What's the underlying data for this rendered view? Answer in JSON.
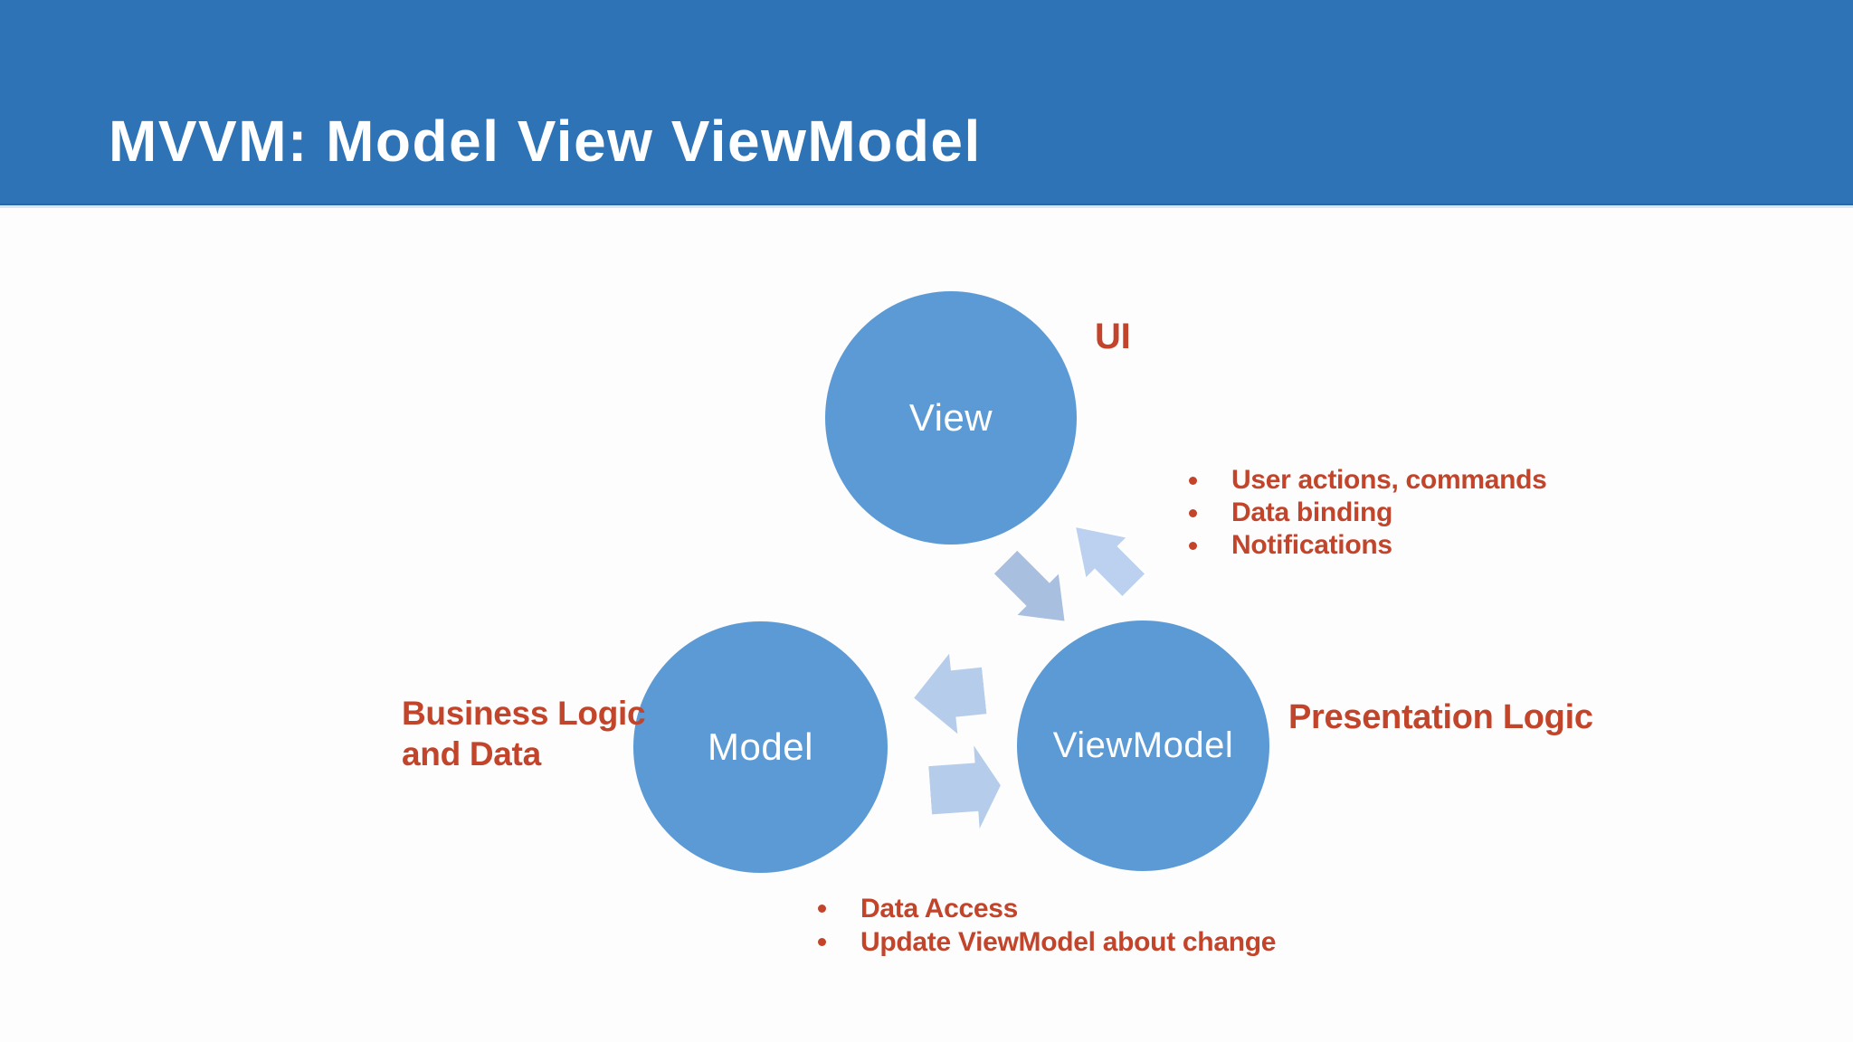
{
  "title": "MVVM: Model View ViewModel",
  "theme": {
    "header_bg": "#2e73b5",
    "title_text": "#ffffff",
    "circle_fill": "#5b9ad5",
    "circle_text": "#ffffff",
    "accent_text": "#c2452b",
    "arrow_fill": "#b6cceb",
    "arrow_fill_dark": "#a9bfdf",
    "background": "#fdfdfd"
  },
  "diagram": {
    "nodes": [
      {
        "id": "view",
        "label": "View",
        "annotation": "UI"
      },
      {
        "id": "model",
        "label": "Model",
        "annotation": "Business Logic and Data"
      },
      {
        "id": "viewmodel",
        "label": "ViewModel",
        "annotation": "Presentation Logic"
      }
    ],
    "arrows": [
      {
        "name": "viewmodel-to-view-arrow-icon",
        "direction": "up-left"
      },
      {
        "name": "view-to-viewmodel-arrow-icon",
        "direction": "down-right"
      },
      {
        "name": "viewmodel-to-model-arrow-icon",
        "direction": "left"
      },
      {
        "name": "model-to-viewmodel-arrow-icon",
        "direction": "right"
      }
    ],
    "bullets": {
      "view_viewmodel": {
        "items": [
          "User actions, commands",
          "Data binding",
          "Notifications"
        ]
      },
      "model_viewmodel": {
        "items": [
          "Data Access",
          "Update ViewModel about change"
        ]
      }
    }
  }
}
